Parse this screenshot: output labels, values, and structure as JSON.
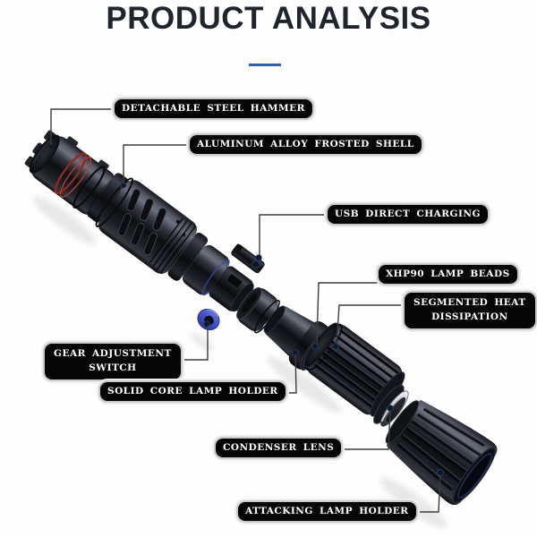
{
  "title": "PRODUCT ANALYSIS",
  "colors": {
    "accent_underline": "#2f5fae",
    "label_background": "#060606",
    "label_text": "#ffffff",
    "o_ring_red": "#c23b2e",
    "switch_ring_blue": "#4553c8"
  },
  "labels": {
    "detachable_steel_hammer": "DETACHABLE STEEL HAMMER",
    "aluminum_alloy_frosted_shell": "ALUMINUM ALLOY FROSTED SHELL",
    "usb_direct_charging": "USB DIRECT CHARGING",
    "xhp90_lamp_beads": "XHP90 LAMP BEADS",
    "segmented_heat_dissipation": {
      "line1": "SEGMENTED HEAT",
      "line2": "DISSIPATION"
    },
    "gear_adjustment_switch": {
      "line1": "GEAR ADJUSTMENT",
      "line2": "SWITCH"
    },
    "solid_core_lamp_holder": "SOLID CORE LAMP HOLDER",
    "condenser_lens": "CONDENSER LENS",
    "attacking_lamp_holder": "ATTACKING LAMP HOLDER"
  },
  "illustration": {
    "subject": "exploded-flashlight-diagram"
  }
}
